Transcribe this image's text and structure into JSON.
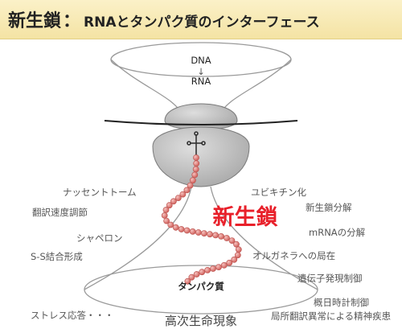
{
  "title": {
    "main": "新生鎖",
    "separator": "：",
    "subtitle": "RNAとタンパク質のインターフェース"
  },
  "diagram": {
    "dna": "DNA",
    "arrow": "↓",
    "rna": "RNA",
    "nascent_chain": "新生鎖",
    "protein": "タンパク質",
    "bottom": "高次生命現象",
    "left_labels": [
      "ナッセントトーム",
      "翻訳速度調節",
      "シャペロン",
      "S-S結合形成",
      "ストレス応答・・・"
    ],
    "right_labels": [
      "ユビキチン化",
      "新生鎖分解",
      "mRNAの分解",
      "オルガネラへの局在",
      "遺伝子発現制御",
      "概日時計制御",
      "局所翻訳異常による精神疾患"
    ]
  },
  "colors": {
    "title_bg": "#f4e3a4",
    "nascent_chain": "#e8202a",
    "bead": "#e78a86",
    "ribosome": "#c6c6c6"
  }
}
